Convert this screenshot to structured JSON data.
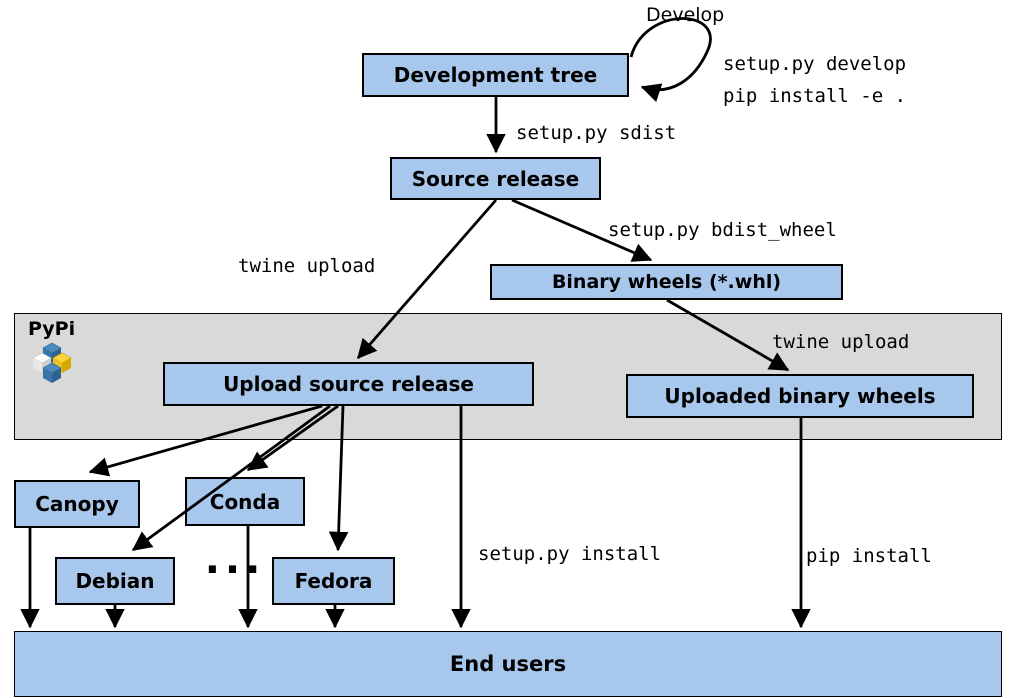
{
  "diagram": {
    "nodes": {
      "development_tree": "Development tree",
      "source_release": "Source release",
      "binary_wheels": "Binary wheels (*.whl)",
      "upload_source_release": "Upload source release",
      "uploaded_binary_wheels": "Uploaded binary wheels",
      "canopy": "Canopy",
      "conda": "Conda",
      "debian": "Debian",
      "fedora": "Fedora",
      "ellipsis": "...",
      "end_users": "End users"
    },
    "labels": {
      "develop": "Develop",
      "develop_cmd_1": "setup.py develop",
      "develop_cmd_2": "pip install -e .",
      "sdist": "setup.py sdist",
      "twine_upload_source": "twine upload",
      "bdist_wheel": "setup.py bdist_wheel",
      "twine_upload_wheels": "twine upload",
      "setup_install": "setup.py install",
      "pip_install": "pip install"
    },
    "region": {
      "pypi": "PyPi"
    },
    "colors": {
      "node_fill": "#a8c7ec",
      "node_border": "#000000",
      "region_fill": "#d9d9d9",
      "arrow": "#000000"
    }
  }
}
